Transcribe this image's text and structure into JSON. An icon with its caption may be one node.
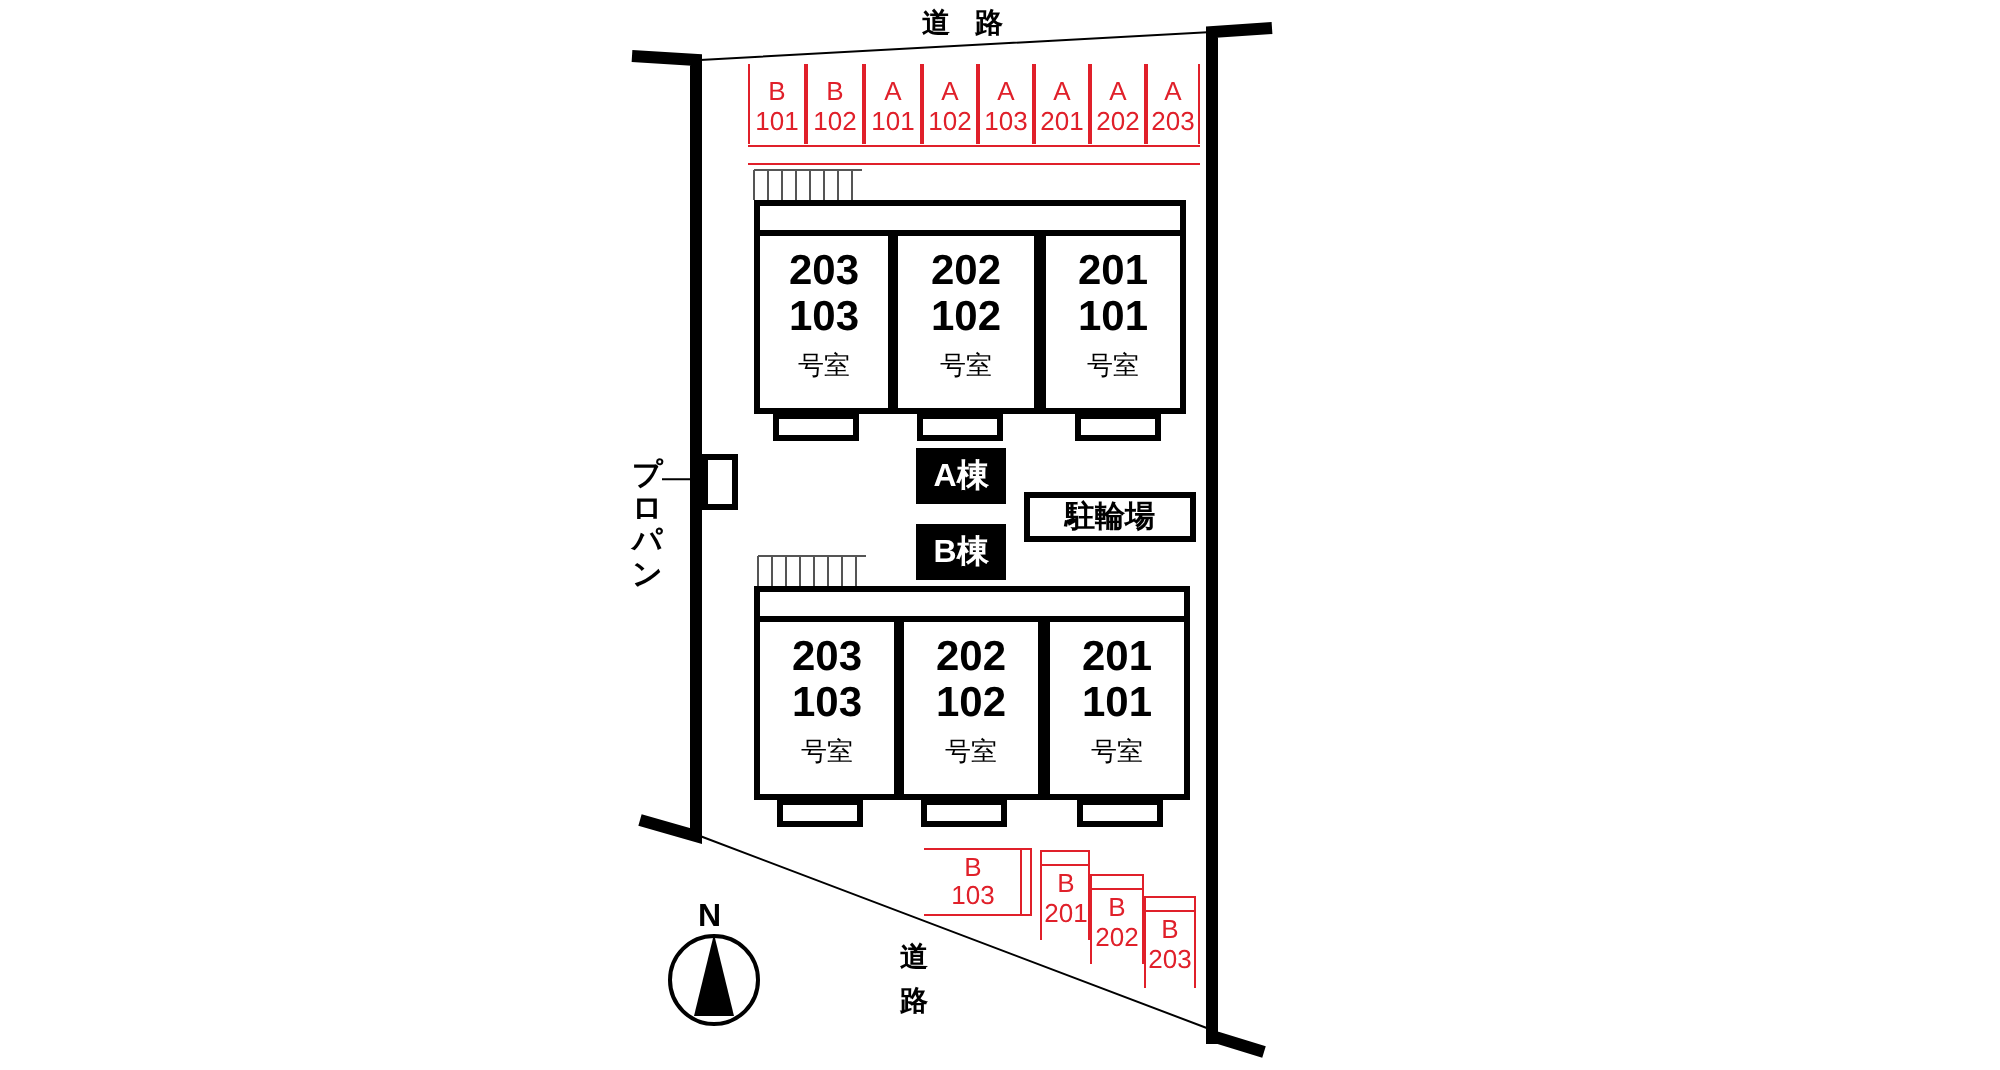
{
  "diagram": {
    "nodes": [
      {
        "text": [
          "B 101"
        ]
      },
      {
        "text": [
          "B 102"
        ]
      },
      {
        "text": [
          "A 101"
        ]
      },
      {
        "text": [
          "A 102"
        ]
      },
      {
        "text": [
          "A 103"
        ]
      },
      {
        "text": [
          "A 201"
        ]
      },
      {
        "text": [
          "A 202"
        ]
      },
      {
        "text": [
          "A 203"
        ]
      },
      {
        "text": [],
        "shape": "box"
      },
      {
        "text": [
          "203 103",
          "号室"
        ],
        "in": 8
      },
      {
        "text": [
          "202 102",
          "号室"
        ],
        "in": 8
      },
      {
        "text": [
          "201 101",
          "号室"
        ],
        "in": 8
      },
      {
        "text": [
          "A棟"
        ]
      },
      {
        "text": [
          "駐輪場"
        ]
      },
      {
        "text": [
          "B棟"
        ]
      },
      {
        "text": [],
        "shape": "box"
      },
      {
        "text": [
          "プロパン"
        ]
      },
      {
        "text": [],
        "shape": "box"
      },
      {
        "text": [
          "203 103",
          "号室"
        ],
        "in": 17
      },
      {
        "text": [
          "202 102",
          "号室"
        ],
        "in": 17
      },
      {
        "text": [
          "201 101",
          "号室"
        ],
        "in": 17
      },
      {
        "text": [
          "B 103"
        ]
      },
      {
        "text": [
          "B 201"
        ]
      },
      {
        "text": [
          "B 202"
        ]
      },
      {
        "text": [
          "B 203"
        ]
      }
    ],
    "edges": [
      {
        "from": 16,
        "to": 15,
        "arrow": "none"
      }
    ],
    "labels": [
      "道路",
      "道路",
      "N"
    ]
  }
}
